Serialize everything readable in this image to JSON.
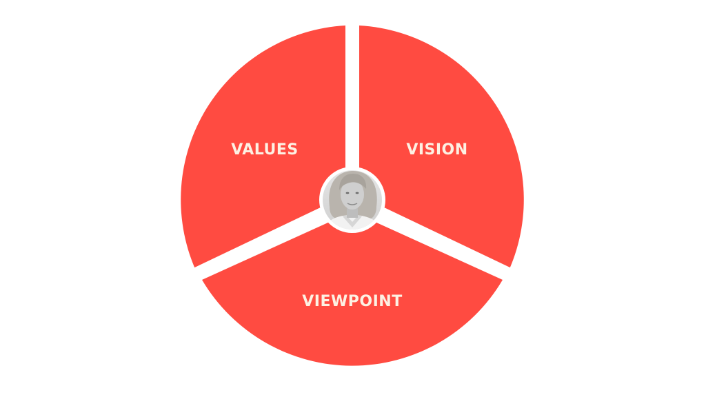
{
  "diagram": {
    "segments": [
      {
        "id": "values",
        "label": "VALUES"
      },
      {
        "id": "vision",
        "label": "VISION"
      },
      {
        "id": "viewpoint",
        "label": "VIEWPOINT"
      }
    ],
    "center": {
      "image": "portrait-photo"
    }
  },
  "colors": {
    "background": "#ffffff",
    "segment_fill": "#ff4b41",
    "label_text": "#fdf1e3",
    "separator": "#ffffff",
    "portrait_bg": "#dcdcdc"
  }
}
